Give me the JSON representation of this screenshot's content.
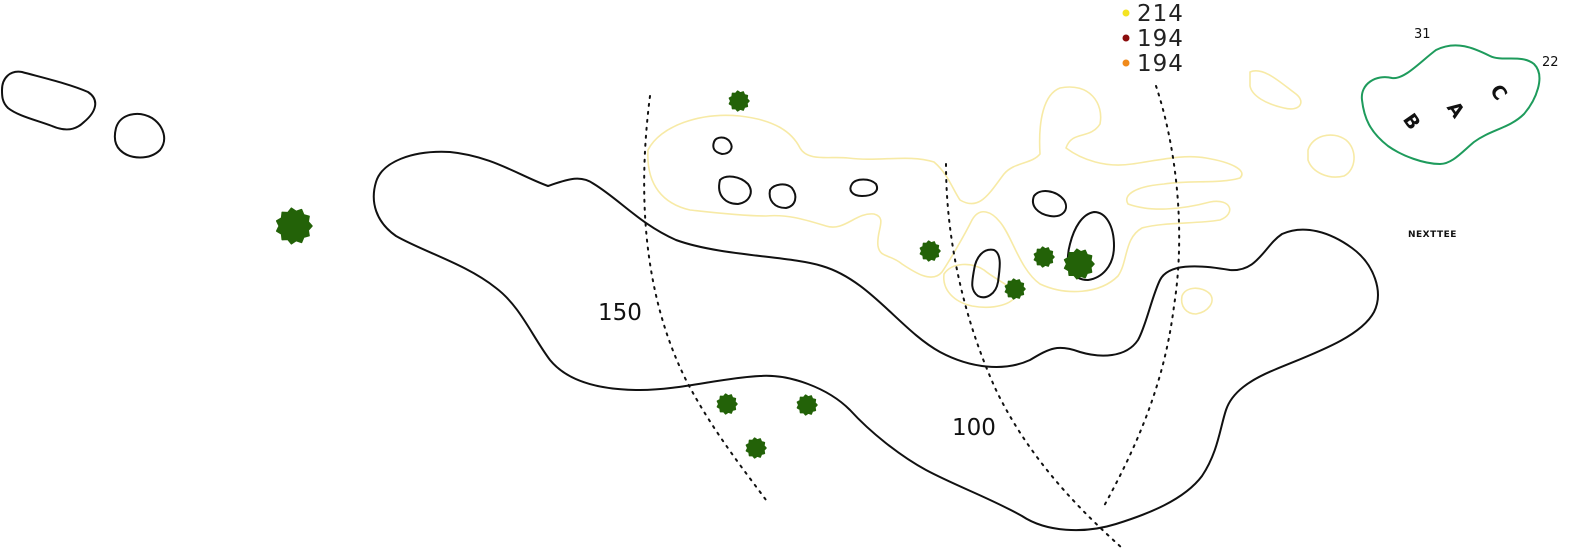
{
  "colors": {
    "outline": "#111111",
    "rough": "#f7eaa6",
    "tree": "#236208",
    "green_outline": "#1e9b5c"
  },
  "tee_distances": [
    {
      "value": "214",
      "color": "#f4e422"
    },
    {
      "value": "194",
      "color": "#8b0d0d"
    },
    {
      "value": "194",
      "color": "#f08a1a"
    }
  ],
  "yardage_markers": {
    "far": "150",
    "near": "100"
  },
  "green": {
    "pins": [
      "C",
      "A",
      "B"
    ],
    "front_depth": "31",
    "side_depth": "22"
  },
  "labels": {
    "next_tee": "NEXTTEE"
  },
  "icons": {
    "tree": "tree-icon",
    "tee_marker": "tee-marker-dot-icon"
  }
}
